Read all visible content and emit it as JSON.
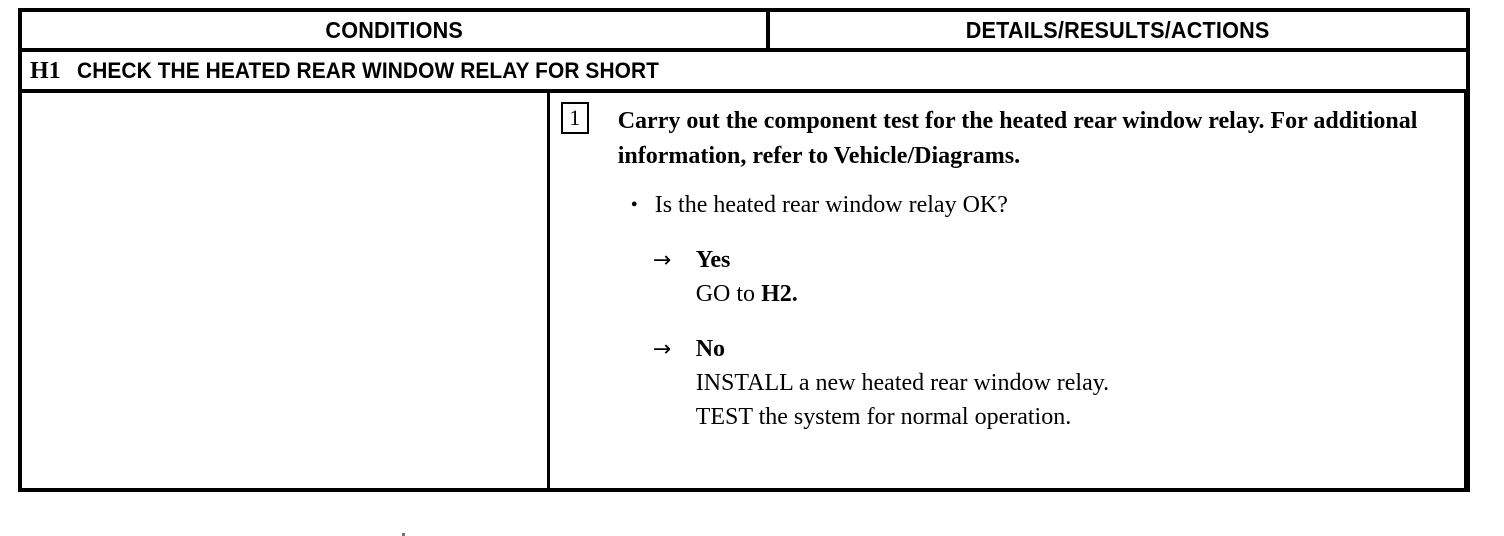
{
  "table": {
    "headers": {
      "conditions": "CONDITIONS",
      "details": "DETAILS/RESULTS/ACTIONS"
    },
    "test": {
      "id": "H1",
      "title": "CHECK THE HEATED REAR WINDOW RELAY FOR SHORT"
    },
    "conditions_cell": {
      "content": ""
    },
    "details_cell": {
      "step": {
        "number": "1",
        "text": "Carry out the component test for the heated rear window relay. For additional information, refer to Vehicle/Diagrams."
      },
      "questions": [
        {
          "bullet": "•",
          "text": "Is the heated rear window relay OK?"
        }
      ],
      "branches": [
        {
          "arrow": "→",
          "label": "Yes",
          "actions": [
            {
              "lead": "GO to ",
              "emphasis": "H2.",
              "trail": ""
            }
          ]
        },
        {
          "arrow": "→",
          "label": "No",
          "actions": [
            {
              "lead": "INSTALL a new heated rear window relay.",
              "emphasis": "",
              "trail": ""
            },
            {
              "lead": "TEST the system for normal operation.",
              "emphasis": "",
              "trail": ""
            }
          ]
        }
      ]
    }
  },
  "colors": {
    "ink": "#000000",
    "paper": "#ffffff"
  }
}
